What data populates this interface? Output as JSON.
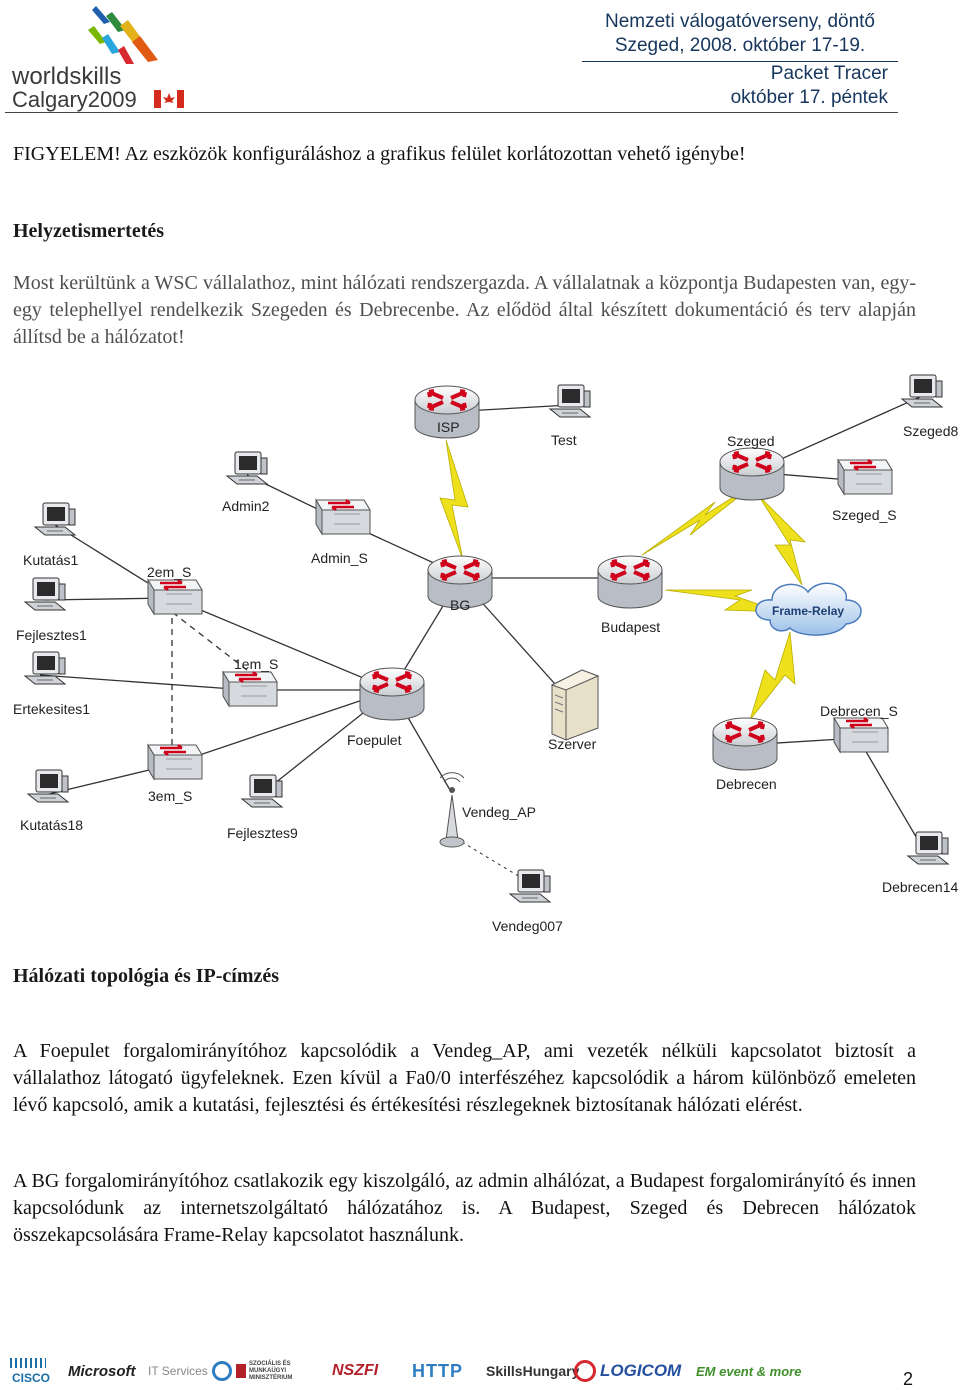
{
  "header": {
    "logo_line1": "worldskills",
    "logo_line2": "Calgary2009",
    "line1": "Nemzeti válogatóverseny, döntő",
    "line2": "Szeged, 2008. október 17-19.",
    "line3": "Packet Tracer",
    "line4": "október 17. péntek"
  },
  "notice": "FIGYELEM! Az eszközök konfiguráláshoz a grafikus felület korlátozottan vehető igénybe!",
  "section1": {
    "heading": "Helyzetismertetés",
    "body": "Most kerültünk a WSC vállalathoz, mint hálózati rendszergazda. A vállalatnak a központja Budapesten van, egy-egy telephellyel rendelkezik Szegeden és Debrecenbe. Az elődöd által készített dokumentáció és terv alapján állítsd be a hálózatot!"
  },
  "topology": {
    "nodes": {
      "isp": "ISP",
      "test": "Test",
      "szeged": "Szeged",
      "szeged8": "Szeged8",
      "szeged_s": "Szeged_S",
      "admin2": "Admin2",
      "admin_s": "Admin_S",
      "kutatas1": "Kutatás1",
      "em2_s": "2em_S",
      "fejlesztes1": "Fejlesztes1",
      "bg": "BG",
      "budapest": "Budapest",
      "frame_relay": "Frame-Relay",
      "em1_s": "1em_S",
      "ertekesites1": "Ertekesites1",
      "foepulet": "Foepulet",
      "szerver": "Szerver",
      "debrecen_s": "Debrecen_S",
      "debrecen": "Debrecen",
      "em3_s": "3em_S",
      "kutatas18": "Kutatás18",
      "fejlesztes9": "Fejlesztes9",
      "vendeg_ap": "Vendeg_AP",
      "debrecen14": "Debrecen14",
      "vendeg007": "Vendeg007"
    }
  },
  "section2": {
    "heading": "Hálózati topológia és IP-címzés",
    "para1": "A Foepulet forgalomirányítóhoz kapcsolódik a Vendeg_AP, ami vezeték nélküli kapcsolatot biztosít a vállalathoz látogató ügyfeleknek. Ezen kívül a Fa0/0 interfészéhez kapcsolódik a három különböző emeleten lévő kapcsoló, amik a kutatási, fejlesztési és értékesítési részlegeknek biztosítanak hálózati elérést.",
    "para2": "A BG forgalomirányítóhoz csatlakozik egy kiszolgáló, az admin alhálózat, a Budapest forgalomirányító és innen kapcsolódunk az internetszolgáltató hálózatához is. A Budapest, Szeged és Debrecen hálózatok összekapcsolására Frame-Relay kapcsolatot használunk."
  },
  "footer": {
    "sponsors": [
      "CISCO",
      "Microsoft",
      "IT Services",
      "SZOCIÁLIS ÉS MUNKAÜGYI MINISZTÉRIUM",
      "NSZFI",
      "HTTP",
      "SkillsHungary",
      "LOGICOM",
      "EM event & more"
    ],
    "page_number": "2"
  },
  "colors": {
    "accent": "#17365d",
    "router_arrows": "#d0021b",
    "serial_link": "#e7e11a"
  }
}
